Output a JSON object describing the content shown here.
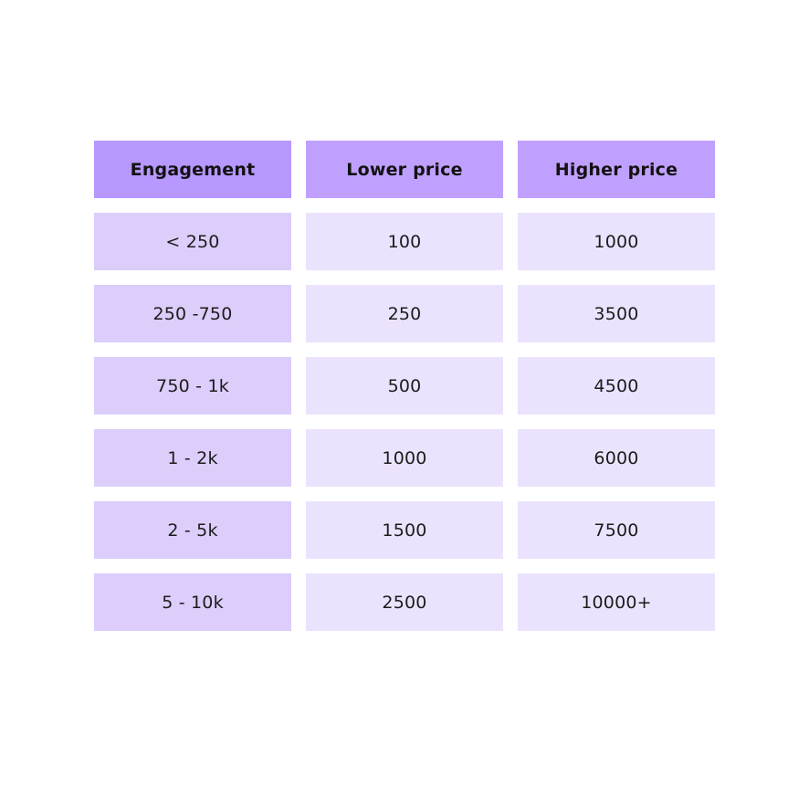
{
  "colors": {
    "header_first": "#b798ff",
    "header_other": "#c0a0ff",
    "first_column": "#dccdfb",
    "body": "#ebe3fe"
  },
  "chart_data": {
    "type": "table",
    "columns": [
      "Engagement",
      "Lower price",
      "Higher price"
    ],
    "rows": [
      [
        "< 250",
        "100",
        "1000"
      ],
      [
        "250 -750",
        "250",
        "3500"
      ],
      [
        "750 - 1k",
        "500",
        "4500"
      ],
      [
        "1 - 2k",
        "1000",
        "6000"
      ],
      [
        "2 - 5k",
        "1500",
        "7500"
      ],
      [
        "5 - 10k",
        "2500",
        "10000+"
      ]
    ]
  }
}
